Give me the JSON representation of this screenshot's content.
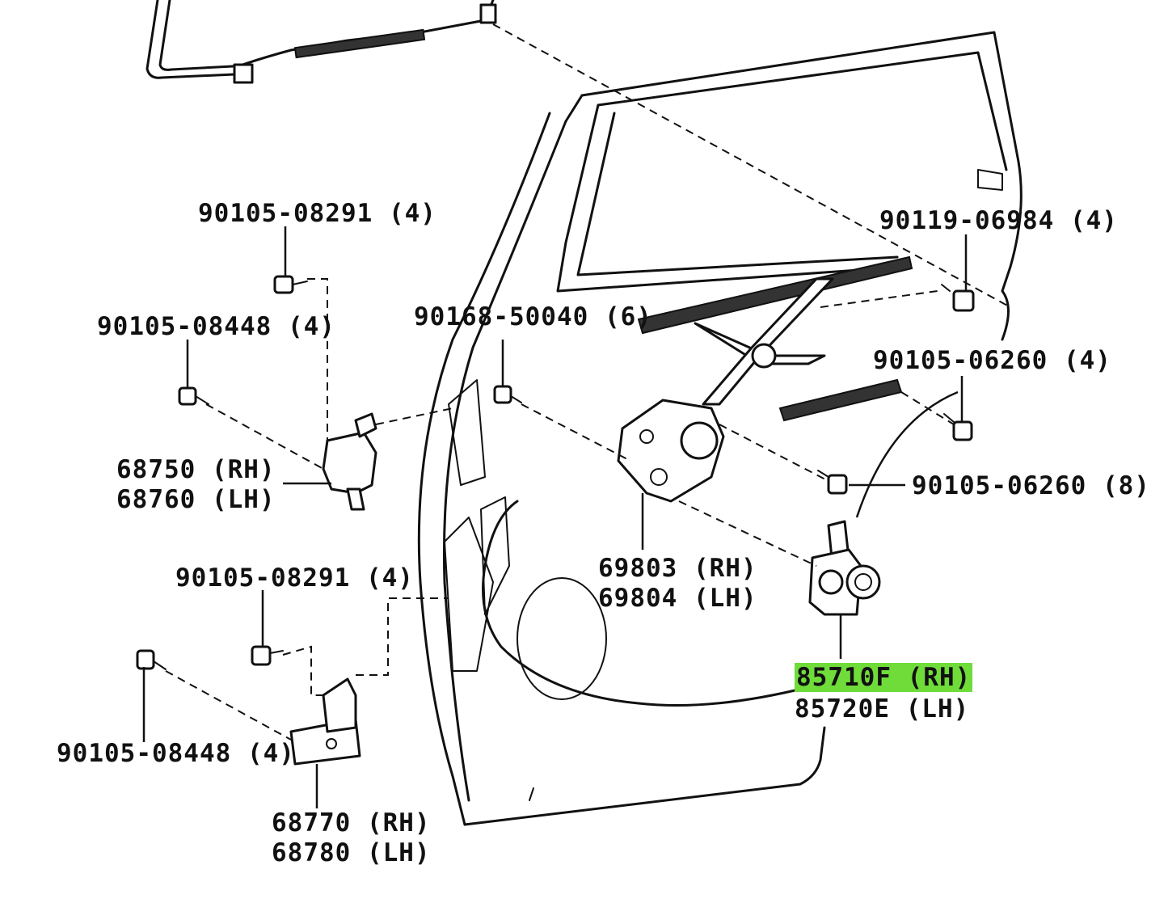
{
  "labels": {
    "bolt_top_left": "90105-08291 (4)",
    "bolt_left_upper": "90105-08448 (4)",
    "hinge_upper_rh": "68750 (RH)",
    "hinge_upper_lh": "68760 (LH)",
    "bolt_left_mid": "90105-08291 (4)",
    "bolt_left_lower": "90105-08448 (4)",
    "hinge_lower_rh": "68770 (RH)",
    "hinge_lower_lh": "68780 (LH)",
    "bolt_center": "90168-50040 (6)",
    "regulator_rh": "69803 (RH)",
    "regulator_lh": "69804 (LH)",
    "bolt_top_right": "90119-06984 (4)",
    "bolt_right_upper": "90105-06260 (4)",
    "bolt_right_mid": "90105-06260 (8)",
    "motor_rh": "85710F (RH)",
    "motor_lh": "85720E (LH)"
  },
  "highlight_color": "#6fdc3a"
}
